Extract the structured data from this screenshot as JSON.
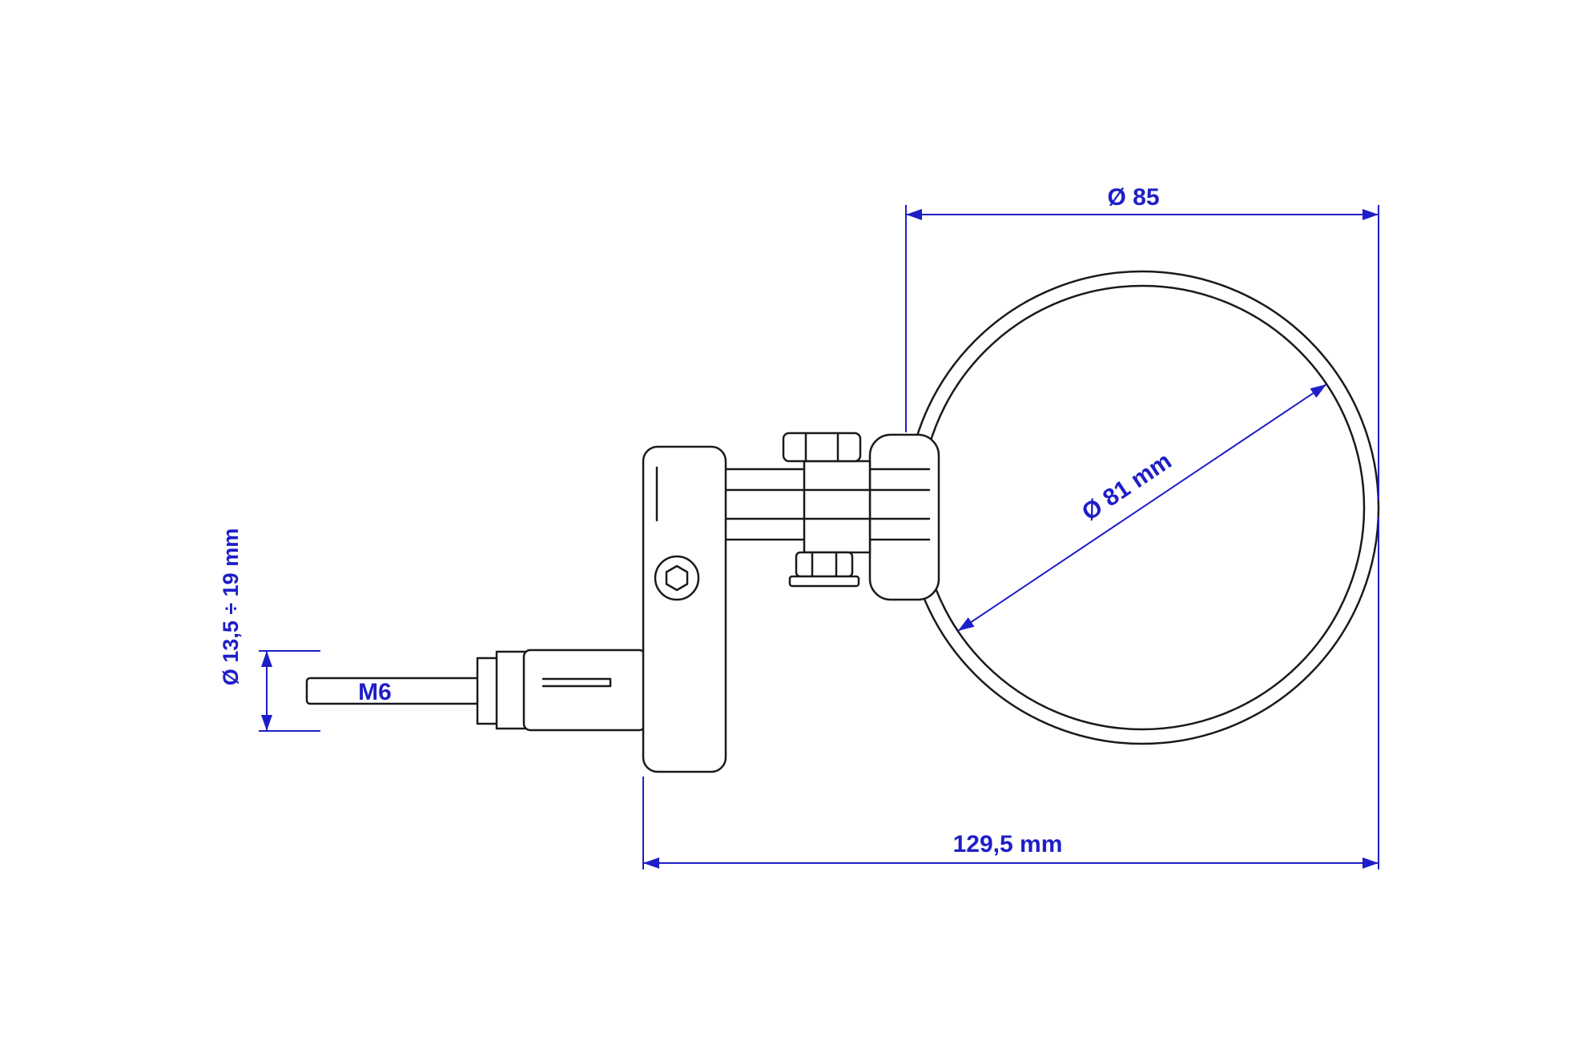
{
  "diagram": {
    "labels": {
      "dia_outer": "Ø 85",
      "dia_mirror": "Ø 81 mm",
      "thread": "M6",
      "dia_clamp_range": "Ø 13,5 ÷ 19 mm",
      "overall_width": "129,5 mm"
    },
    "colors": {
      "dimension": "#1e1ec8",
      "outline": "#1a1a1a",
      "background": "#ffffff"
    }
  }
}
